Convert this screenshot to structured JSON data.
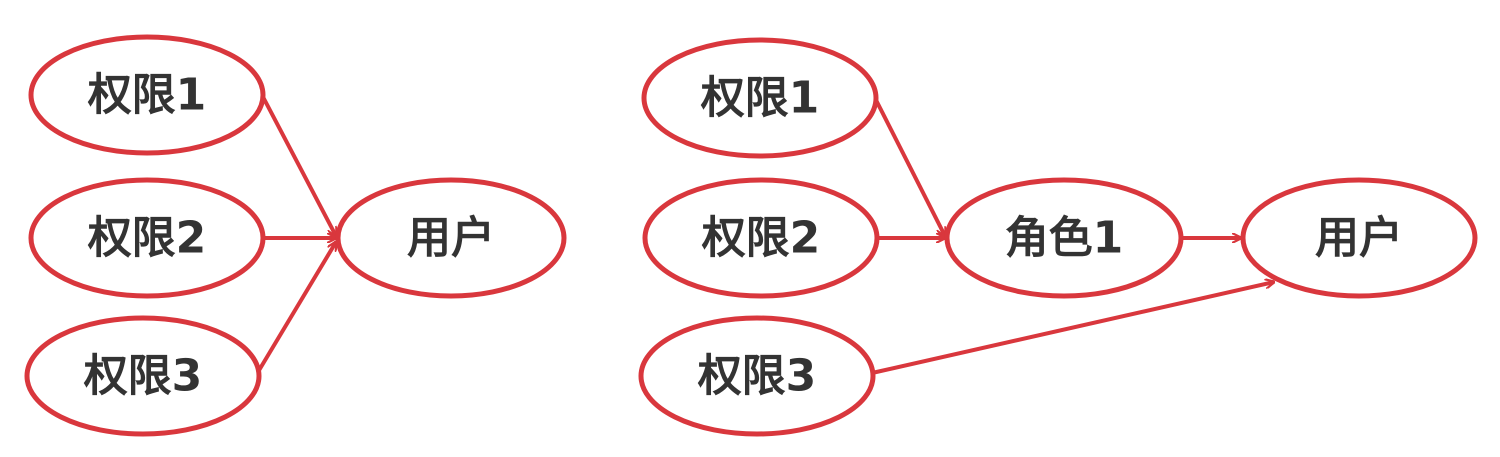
{
  "colors": {
    "stroke": "#d9373d",
    "text": "#333333",
    "background": "#ffffff"
  },
  "left_diagram": {
    "nodes": [
      {
        "id": "perm1",
        "label": "权限1"
      },
      {
        "id": "perm2",
        "label": "权限2"
      },
      {
        "id": "perm3",
        "label": "权限3"
      },
      {
        "id": "user",
        "label": "用户"
      }
    ],
    "edges": [
      {
        "from": "perm1",
        "to": "user"
      },
      {
        "from": "perm2",
        "to": "user"
      },
      {
        "from": "perm3",
        "to": "user"
      }
    ]
  },
  "right_diagram": {
    "nodes": [
      {
        "id": "perm1",
        "label": "权限1"
      },
      {
        "id": "perm2",
        "label": "权限2"
      },
      {
        "id": "perm3",
        "label": "权限3"
      },
      {
        "id": "role1",
        "label": "角色1"
      },
      {
        "id": "user",
        "label": "用户"
      }
    ],
    "edges": [
      {
        "from": "perm1",
        "to": "role1"
      },
      {
        "from": "perm2",
        "to": "role1"
      },
      {
        "from": "role1",
        "to": "user"
      },
      {
        "from": "perm3",
        "to": "user"
      }
    ]
  }
}
